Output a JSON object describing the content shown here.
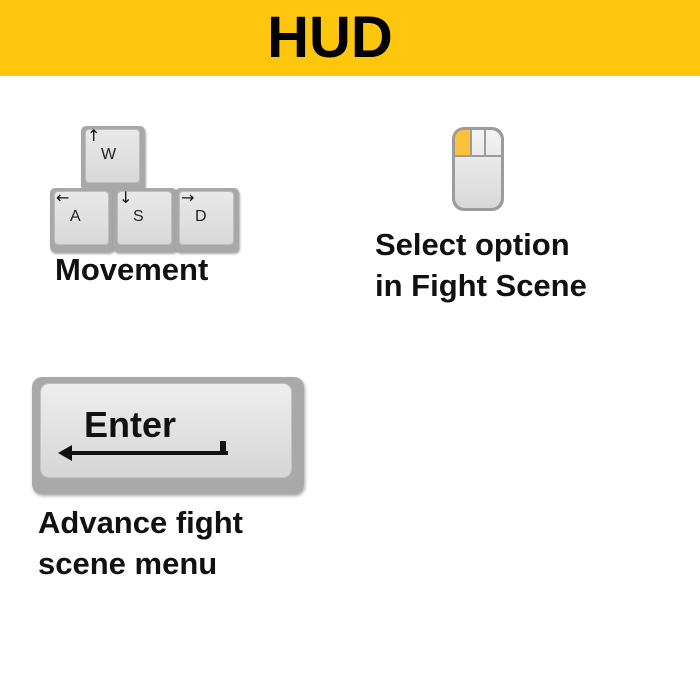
{
  "header": {
    "title": "HUD",
    "background_color": "#fec70d"
  },
  "movement": {
    "keys": [
      {
        "arrow": "↑",
        "letter": "W"
      },
      {
        "arrow": "←",
        "letter": "A"
      },
      {
        "arrow": "↓",
        "letter": "S"
      },
      {
        "arrow": "→",
        "letter": "D"
      }
    ],
    "label": "Movement"
  },
  "mouse": {
    "icon": "mouse-left-click-icon",
    "highlight_color": "#fdc13b",
    "label_line1": "Select option",
    "label_line2": "in Fight Scene"
  },
  "enter": {
    "key_text": "Enter",
    "icon": "enter-arrow-icon",
    "label_line1": "Advance fight",
    "label_line2": "scene menu"
  }
}
